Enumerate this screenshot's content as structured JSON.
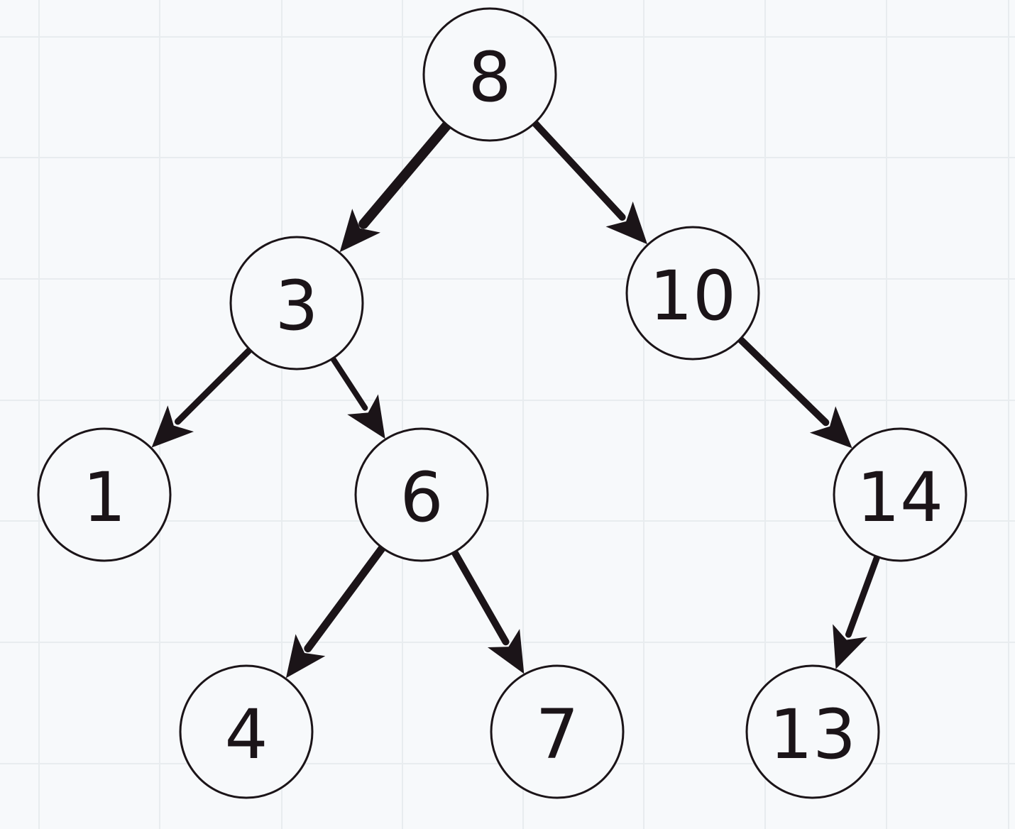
{
  "diagram": {
    "type": "binary-tree",
    "colors": {
      "background": "#f7f9fb",
      "grid": "#e8ecef",
      "ink": "#1b1418"
    },
    "nodes": [
      {
        "id": "n8",
        "label": "8"
      },
      {
        "id": "n3",
        "label": "3"
      },
      {
        "id": "n10",
        "label": "10"
      },
      {
        "id": "n1",
        "label": "1"
      },
      {
        "id": "n6",
        "label": "6"
      },
      {
        "id": "n14",
        "label": "14"
      },
      {
        "id": "n4",
        "label": "4"
      },
      {
        "id": "n7",
        "label": "7"
      },
      {
        "id": "n13",
        "label": "13"
      }
    ],
    "edges": [
      {
        "from": "n8",
        "to": "n3"
      },
      {
        "from": "n8",
        "to": "n10"
      },
      {
        "from": "n3",
        "to": "n1"
      },
      {
        "from": "n3",
        "to": "n6"
      },
      {
        "from": "n10",
        "to": "n14"
      },
      {
        "from": "n6",
        "to": "n4"
      },
      {
        "from": "n6",
        "to": "n7"
      },
      {
        "from": "n14",
        "to": "n13"
      }
    ]
  }
}
